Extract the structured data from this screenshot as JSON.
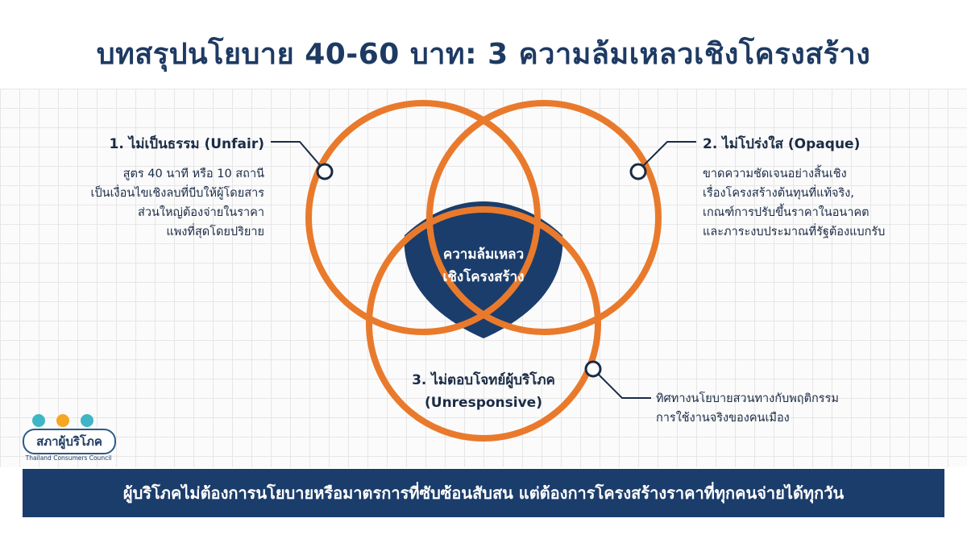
{
  "title": "บทสรุปนโยบาย 40-60 บาท: 3 ความล้มเหลวเชิงโครงสร้าง",
  "center": {
    "line1": "ความล้มเหลว",
    "line2": "เชิงโครงสร้าง"
  },
  "items": [
    {
      "heading": "1. ไม่เป็นธรรม (Unfair)",
      "lines": [
        "สูตร 40 นาที หรือ 10 สถานี",
        "เป็นเงื่อนไขเชิงลบที่บีบให้ผู้โดยสาร",
        "ส่วนใหญ่ต้องจ่ายในราคา",
        "แพงที่สุดโดยปริยาย"
      ]
    },
    {
      "heading": "2. ไม่โปร่งใส (Opaque)",
      "lines": [
        "ขาดความชัดเจนอย่างสิ้นเชิง",
        "เรื่องโครงสร้างต้นทุนที่แท้จริง,",
        "เกณฑ์การปรับขึ้นราคาในอนาคต",
        "และภาระงบประมาณที่รัฐต้องแบกรับ"
      ]
    },
    {
      "heading_line1": "3. ไม่ตอบโจทย์ผู้บริโภค",
      "heading_line2": "(Unresponsive)",
      "lines": [
        "ทิศทางนโยบายสวนทางกับพฤติกรรม",
        "การใช้งานจริงของคนเมือง"
      ]
    }
  ],
  "logo": {
    "name": "สภาผู้บริโภค",
    "sub": "Thailand Consumers Council",
    "dot_colors": [
      "#3fb6c6",
      "#f5a623",
      "#3fb6c6"
    ]
  },
  "banner": "ผู้บริโภคไม่ต้องการนโยบายหรือมาตรการที่ซับซ้อนสับสน แต่ต้องการโครงสร้างราคาที่ทุกคนจ่ายได้ทุกวัน",
  "colors": {
    "navy": "#1b3d6b",
    "orange": "#e97a2c"
  }
}
